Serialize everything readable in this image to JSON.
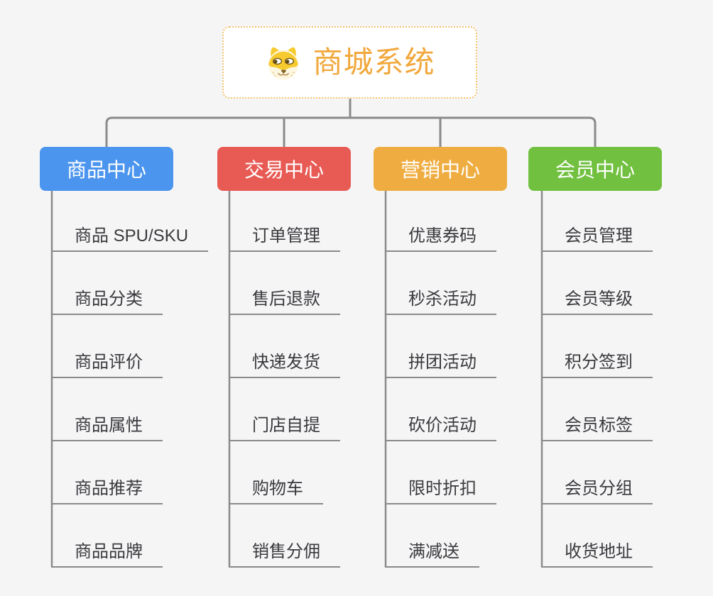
{
  "root": {
    "label": "商城系统",
    "icon": "dog-face-icon",
    "accent_color": "#f1a83c",
    "border_color": "#f4c36c"
  },
  "branches": [
    {
      "label": "商品中心",
      "color": "#4b95ee",
      "items": [
        "商品 SPU/SKU",
        "商品分类",
        "商品评价",
        "商品属性",
        "商品推荐",
        "商品品牌"
      ]
    },
    {
      "label": "交易中心",
      "color": "#e85b55",
      "items": [
        "订单管理",
        "售后退款",
        "快递发货",
        "门店自提",
        "购物车",
        "销售分佣"
      ]
    },
    {
      "label": "营销中心",
      "color": "#efad41",
      "items": [
        "优惠券码",
        "秒杀活动",
        "拼团活动",
        "砍价活动",
        "限时折扣",
        "满减送"
      ]
    },
    {
      "label": "会员中心",
      "color": "#71c040",
      "items": [
        "会员管理",
        "会员等级",
        "积分签到",
        "会员标签",
        "会员分组",
        "收货地址"
      ]
    }
  ],
  "canvas": {
    "background": "#f5f5f6",
    "connector_color": "#8a8a8a"
  }
}
